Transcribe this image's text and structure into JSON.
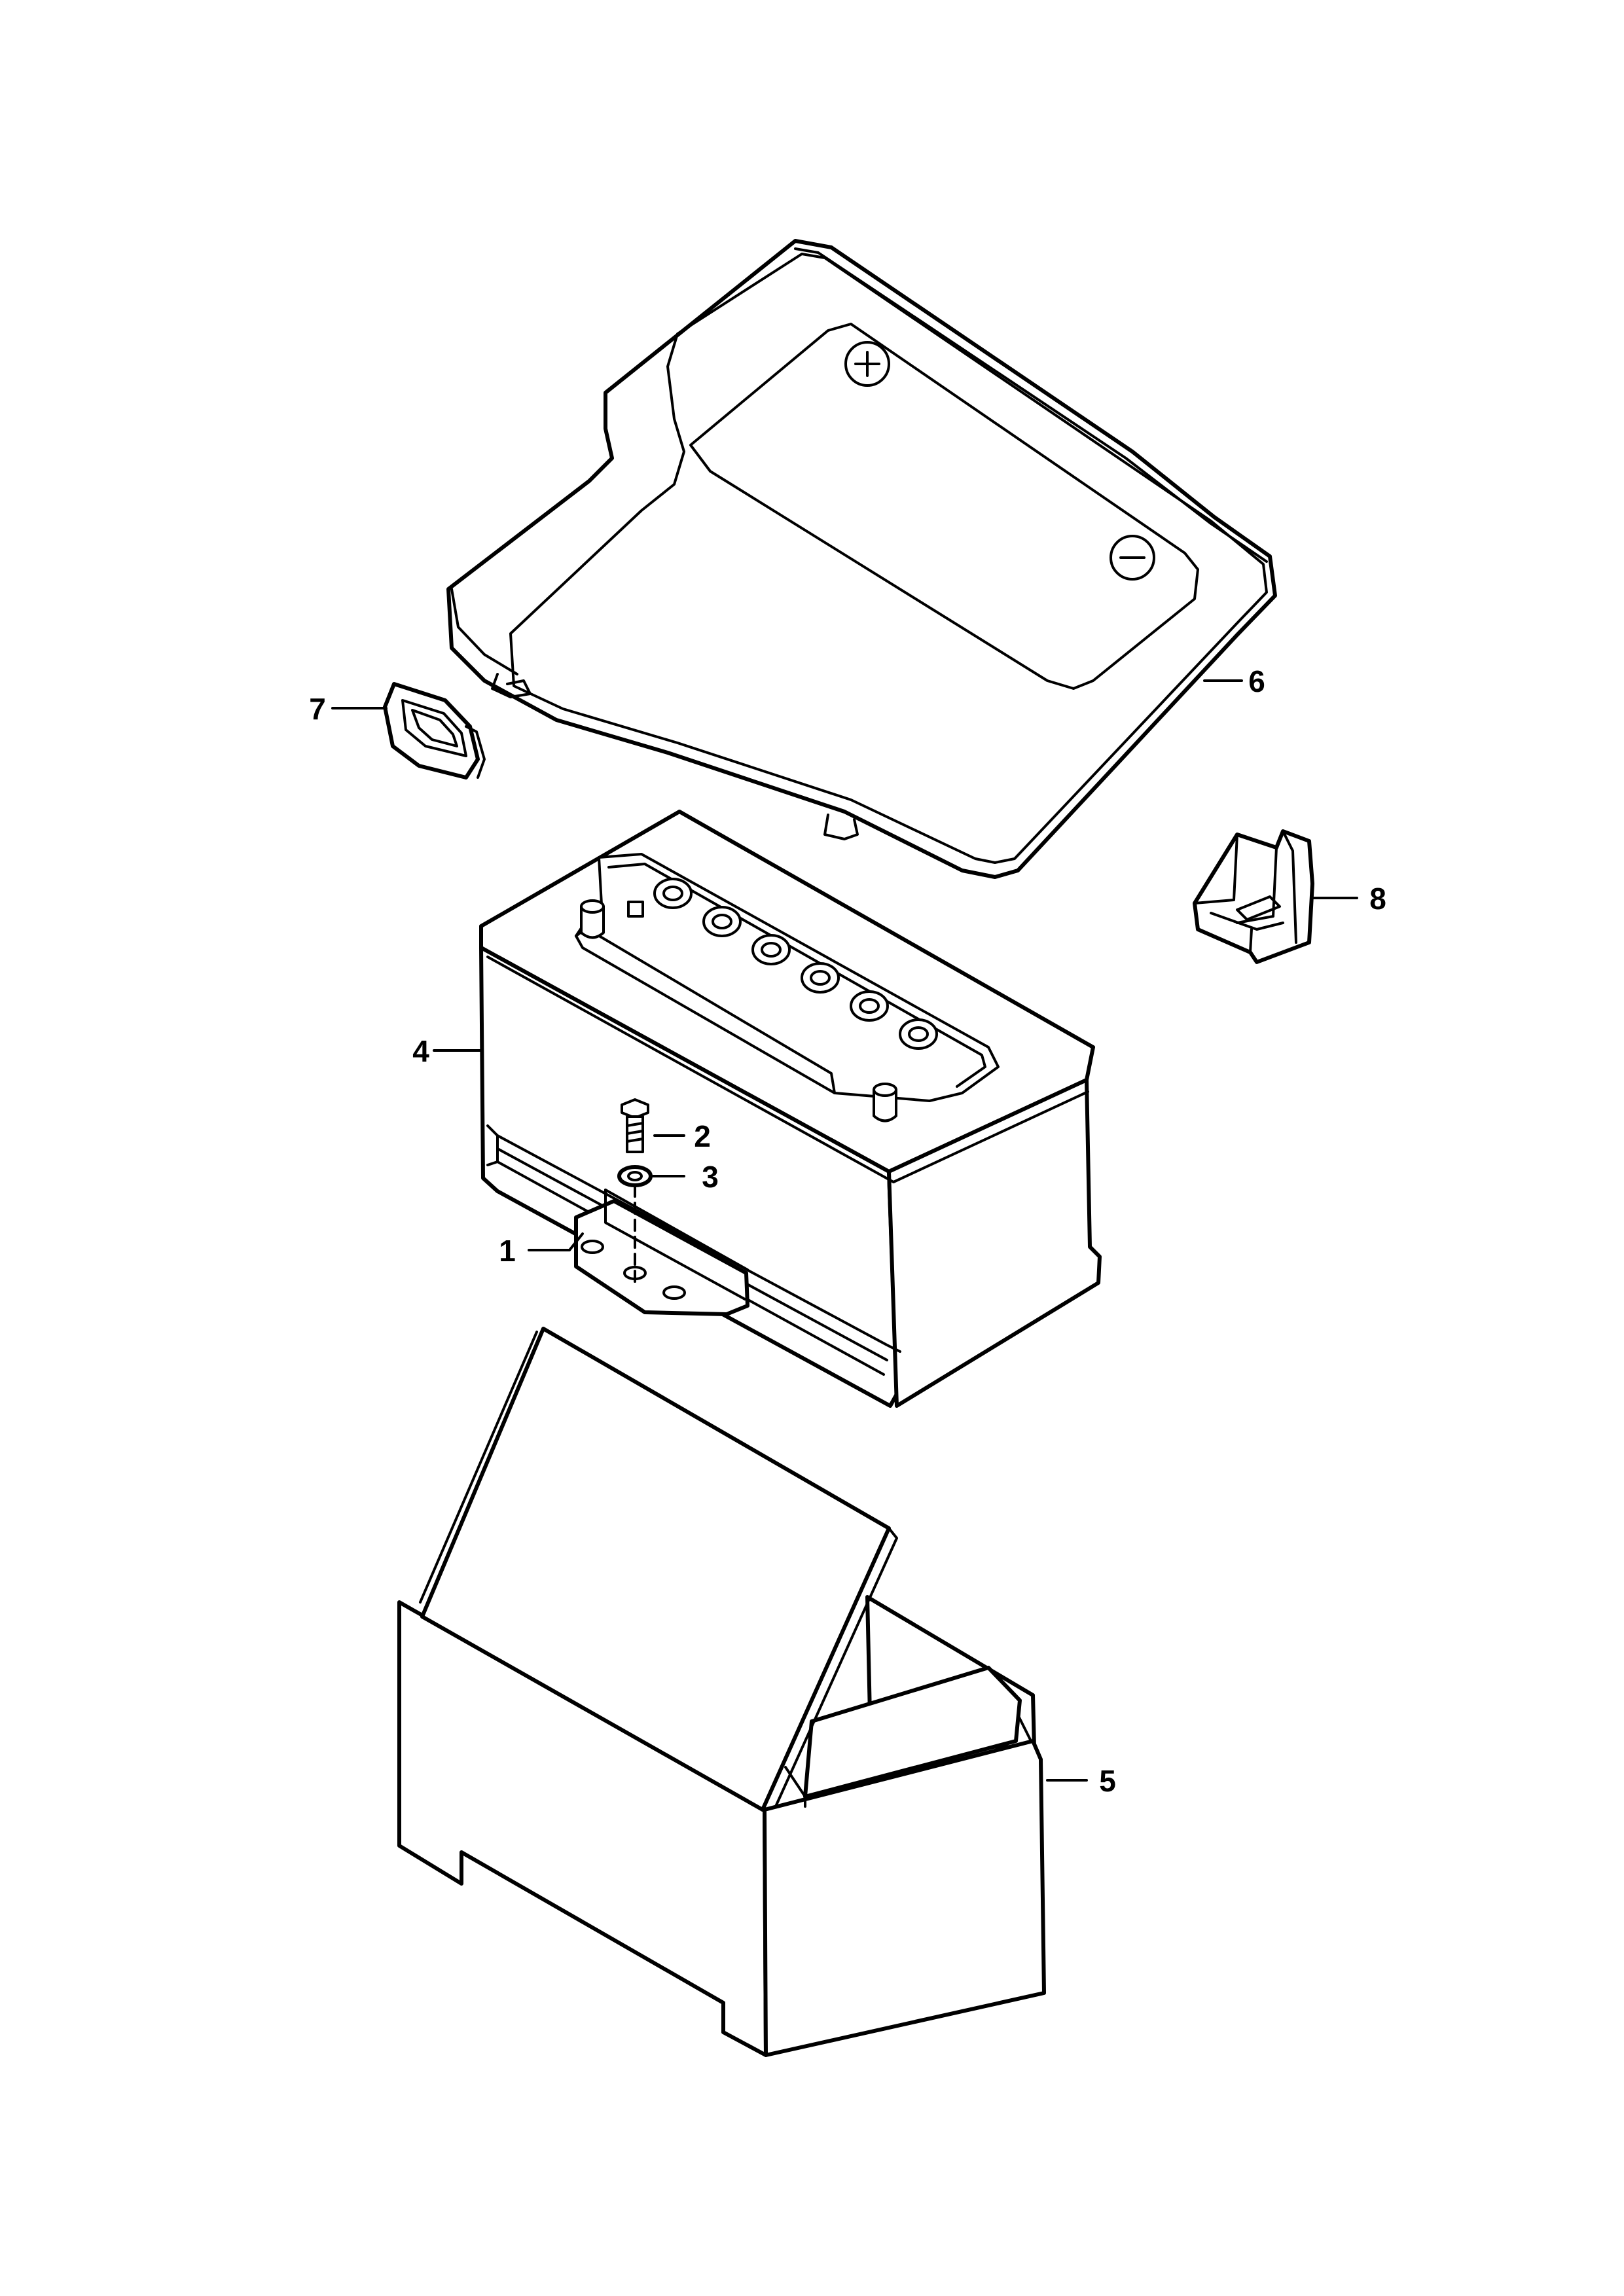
{
  "callouts": [
    {
      "id": "1",
      "label": "1",
      "part": "bracket"
    },
    {
      "id": "2",
      "label": "2",
      "part": "bolt"
    },
    {
      "id": "3",
      "label": "3",
      "part": "washer"
    },
    {
      "id": "4",
      "label": "4",
      "part": "battery"
    },
    {
      "id": "5",
      "label": "5",
      "part": "box"
    },
    {
      "id": "6",
      "label": "6",
      "part": "cover"
    },
    {
      "id": "7",
      "label": "7",
      "part": "grommet"
    },
    {
      "id": "8",
      "label": "8",
      "part": "clip"
    }
  ],
  "symbols": {
    "positive_terminal": "+",
    "negative_terminal": "−"
  }
}
